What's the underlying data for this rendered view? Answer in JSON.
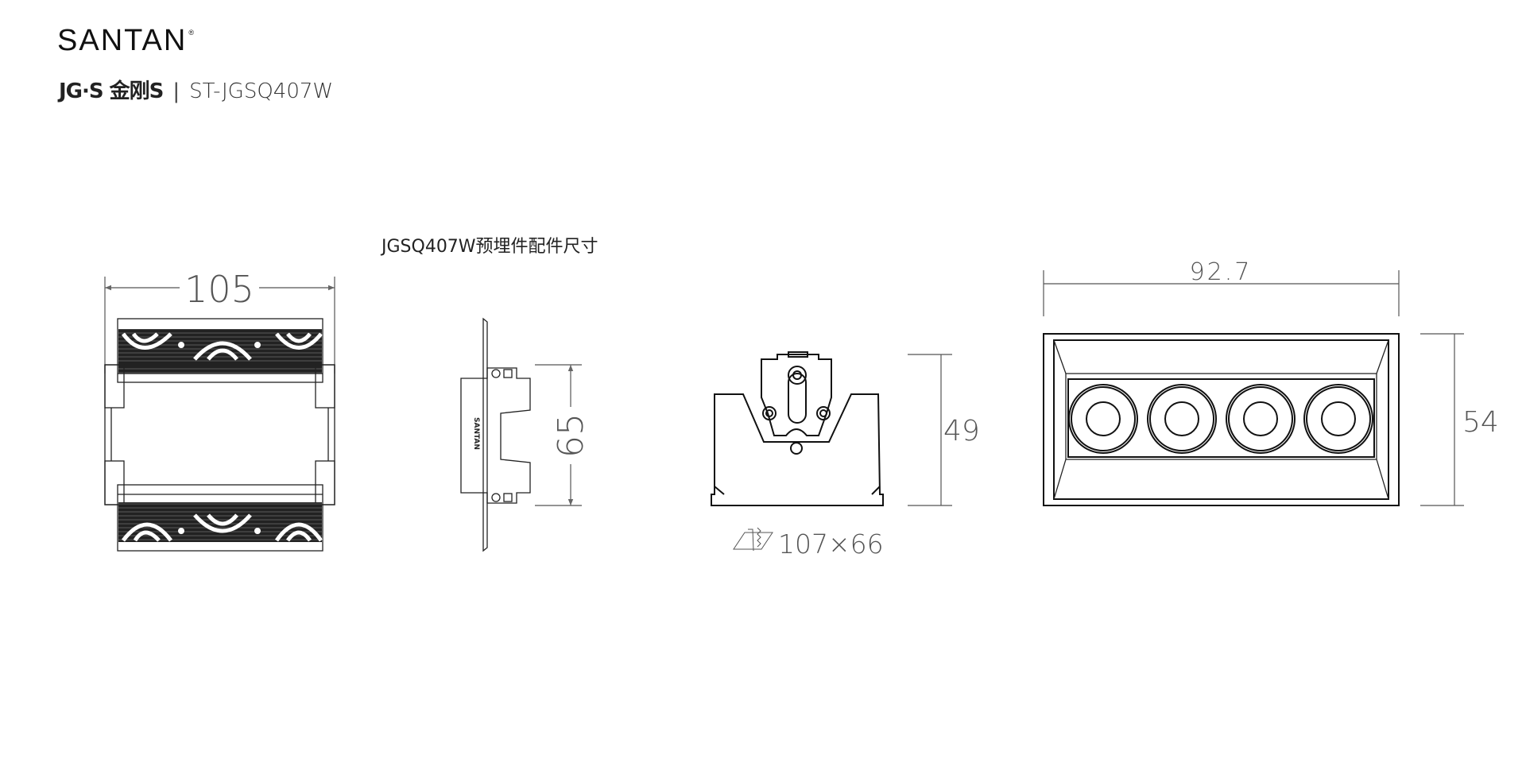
{
  "header": {
    "brand": "SANTAN",
    "registered_mark": "®",
    "series_logo": "JG·S 金刚S",
    "separator": "|",
    "model": "ST-JGSQ407W"
  },
  "drawing": {
    "title": "JGSQ407W预埋件配件尺寸",
    "embedded_part": {
      "width_dim": "105",
      "height_dim": "65",
      "side_label": "SANTAN"
    },
    "front_view": {
      "height_dim": "49",
      "cutout": "107×66"
    },
    "top_view": {
      "width_dim": "92.7",
      "height_dim": "54",
      "lens_count": 4
    }
  }
}
